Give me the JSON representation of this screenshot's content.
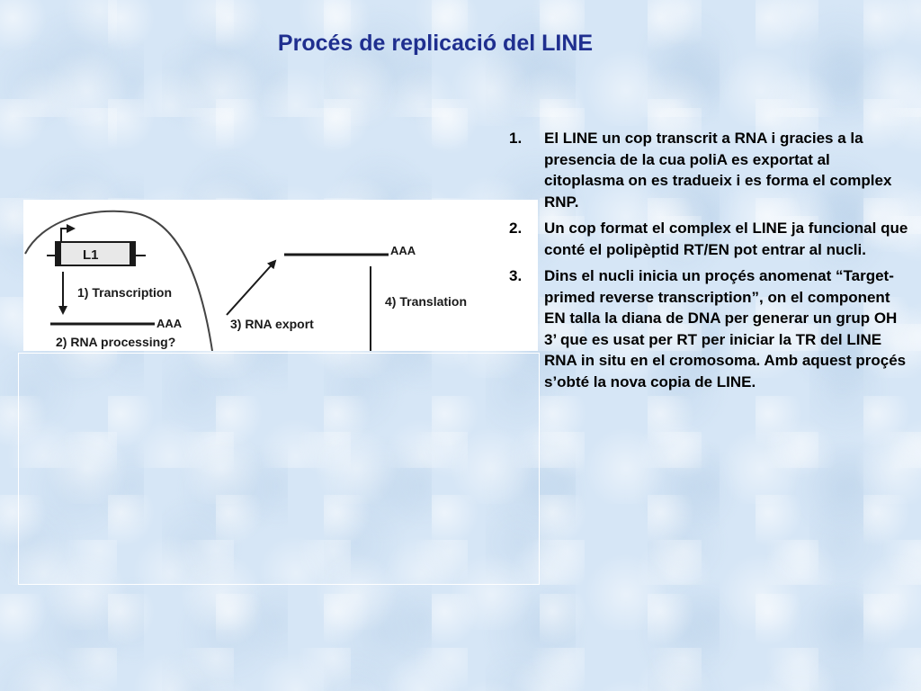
{
  "slide": {
    "title": "Procés de replicació del LINE"
  },
  "figure": {
    "gene_label": "L1",
    "polya_label_nucleus": "AAA",
    "polya_label_cytoplasm": "AAA",
    "step_transcription": "1) Transcription",
    "step_processing": "2) RNA processing?",
    "step_export": "3) RNA export",
    "step_translation": "4) Translation"
  },
  "steps": [
    {
      "number": "1.",
      "text": "El LINE un cop transcrit a RNA i gracies a la presencia de la cua poliA es exportat al citoplasma on es tradueix i es forma el complex RNP."
    },
    {
      "number": "2.",
      "text": "Un cop format el complex el LINE ja funcional que conté el polipèptid RT/EN pot entrar al nucli."
    },
    {
      "number": "3.",
      "text": "Dins el nucli inicia un proçés anomenat “Target-primed reverse transcription”, on el component EN talla la diana de DNA per generar un grup OH 3’ que es usat per RT per iniciar la TR del LINE RNA in situ en el cromosoma. Amb aquest proçés s’obté la nova copia de LINE."
    }
  ]
}
